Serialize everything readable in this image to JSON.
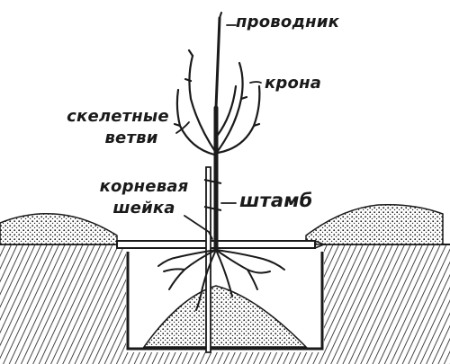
{
  "labels": {
    "leader": "проводник",
    "crown": "крона",
    "skeletal_branches_line1": "скелетные",
    "skeletal_branches_line2": "ветви",
    "root_collar_line1": "корневая",
    "root_collar_line2": "шейка",
    "trunk": "штамб"
  },
  "colors": {
    "ink": "#1a1a1a",
    "background": "#ffffff"
  }
}
